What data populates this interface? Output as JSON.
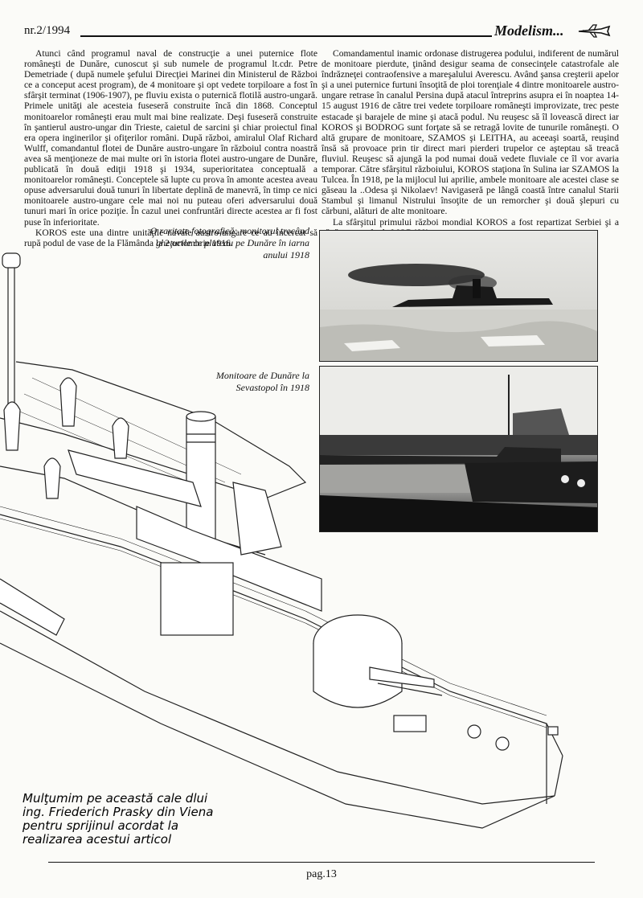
{
  "header": {
    "issue": "nr.2/1994",
    "brand": "Modelism...",
    "brand_icon": "plane-icon"
  },
  "left_column": {
    "paragraphs": [
      "Atunci când programul naval de construcţie a unei puternice flote româneşti de Dunăre, cunoscut şi sub numele de programul lt.cdr. Petre Demetriade ( după numele şefului Direcţiei Marinei din Ministerul de Război ce a conceput acest program), de 4 monitoare şi opt vedete torpiloare a fost în sfârşit terminat (1906-1907), pe fluviu exista o puternică flotilă austro-ungară. Primele unităţi ale acesteia fuseseră construite încă din 1868. Conceptul monitoarelor româneşti erau mult mai bine realizate. Deşi fuseseră construite în şantierul austro-ungar din Trieste, caietul de sarcini şi chiar proiectul final era opera inginerilor şi ofiţerilor români. După război, amiralul Olaf Richard Wulff, comandantul flotei de Dunăre austro-ungare în războiul contra noastră avea să menţioneze de mai multe ori în istoria flotei austro-ungare de Dunăre, publicată în două ediţii 1918 şi 1934, superioritatea conceptuală a monitoarelor româneşti. Conceptele să lupte cu prova în amonte acestea aveau opuse adversarului două tunuri în libertate deplină de manevră, în timp ce nici monitoarele austro-ungare cele mai noi nu puteau oferi adversarului două tunuri mari în orice poziţie. În cazul unei confruntări directe acestea ar fi fost puse în inferioritate.",
      "KOROS este una dintre unităţile navale austro-ungare ce au încercat să rupă podul de vase de la Flămânda la 2 octombrie 1916."
    ]
  },
  "right_column": {
    "paragraphs": [
      "Comandamentul inamic ordonase distrugerea podului, indiferent de numărul de monitoare pierdute, ţinând desigur seama de consecinţele catastrofale ale îndrăzneţei contraofensive a mareşalului Averescu. Având şansa creşterii apelor şi a unei puternice furtuni însoţită de ploi torenţiale 4 dintre monitoarele austro-ungare retrase în canalul Persina după atacul întreprins asupra ei în noaptea 14-15 august 1916 de către trei vedete torpiloare româneşti improvizate, trec peste estacade şi barajele de mine şi atacă podul. Nu reuşesc să îl lovească direct iar KOROS şi BODROG sunt forţate să se retragă lovite de tunurile româneşti. O altă grupare de monitoare, SZAMOS şi LEITHA, au aceeaşi soartă, reuşind însă să provoace prin tir direct mari pierderi trupelor ce aşteptau să treacă fluviul. Reuşesc să ajungă la pod numai două vedete fluviale ce îl vor avaria temporar. Către sfârşitul războiului, KOROS staţiona în Sulina iar SZAMOS la Tulcea. În 1918, pe la mijlocul lui aprilie, ambele monitoare ale acestei clase se găseau la ..Odesa şi Nikolaev! Navigaseră pe lângă coastă între canalul Starii Stambul şi limanul Nistrului însoţite de un remorcher şi două şlepuri cu cărbuni, alături de alte monitoare.",
      "La sfârşitul primului război mondial KOROS a fost repartizat Serbiei şi a căpătat numele de MORAVA."
    ]
  },
  "captions": {
    "photo1": "O raritate fotografică: monitorul trecând gheţurile ce pluteau pe Dunăre în iarna anului 1918",
    "photo2": "Monitoare de Dunăre la Sevastopol în 1918"
  },
  "acknowledgement": [
    "Mulţumim pe această cale dlui",
    "ing. Friederich Prasky din Viena",
    "pentru sprijinul acordat la",
    "realizarea acestui articol"
  ],
  "footer": {
    "page": "pag.13"
  }
}
